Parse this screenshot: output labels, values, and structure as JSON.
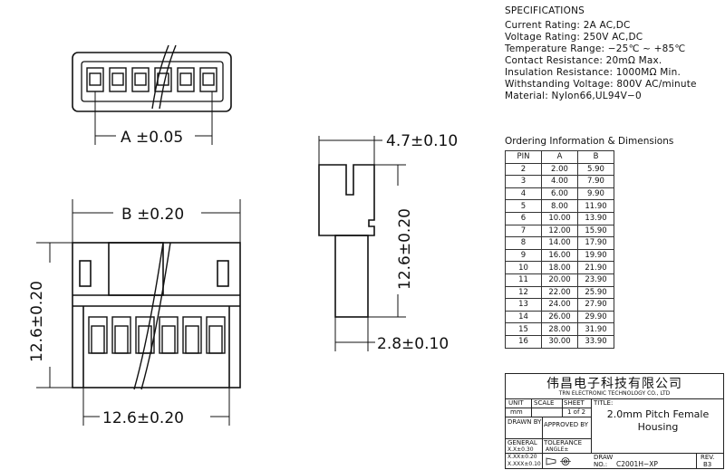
{
  "dimensions": {
    "a_top": "A ±0.05",
    "b_front": "B ±0.20",
    "height_left": "12.6±0.20",
    "width_bottom": "12.6±0.20",
    "side_top": "4.7±0.10",
    "side_height": "12.6±0.20",
    "side_bottom": "2.8±0.10"
  },
  "specifications": {
    "title": "SPECIFICATIONS",
    "lines": [
      "Current Rating:  2A AC,DC",
      "Voltage Rating:  250V AC,DC",
      "Temperature Range:  −25℃ ~ +85℃",
      "Contact Resistance:  20mΩ Max.",
      "Insulation Resistance:  1000MΩ Min.",
      "Withstanding Voltage:  800V AC/minute",
      "Material:  Nylon66,UL94V−0"
    ]
  },
  "ordering": {
    "title": "Ordering Information & Dimensions",
    "headers": [
      "PIN",
      "A",
      "B"
    ],
    "rows": [
      [
        "2",
        "2.00",
        "5.90"
      ],
      [
        "3",
        "4.00",
        "7.90"
      ],
      [
        "4",
        "6.00",
        "9.90"
      ],
      [
        "5",
        "8.00",
        "11.90"
      ],
      [
        "6",
        "10.00",
        "13.90"
      ],
      [
        "7",
        "12.00",
        "15.90"
      ],
      [
        "8",
        "14.00",
        "17.90"
      ],
      [
        "9",
        "16.00",
        "19.90"
      ],
      [
        "10",
        "18.00",
        "21.90"
      ],
      [
        "11",
        "20.00",
        "23.90"
      ],
      [
        "12",
        "22.00",
        "25.90"
      ],
      [
        "13",
        "24.00",
        "27.90"
      ],
      [
        "14",
        "26.00",
        "29.90"
      ],
      [
        "15",
        "28.00",
        "31.90"
      ],
      [
        "16",
        "30.00",
        "33.90"
      ]
    ]
  },
  "title_block": {
    "company_cn": "伟昌电子科技有限公司",
    "company_en": "TRN ELECTRONIC TECHNOLOGY CO., LTD",
    "unit_label": "UNIT",
    "unit_value": "mm",
    "scale_label": "SCALE",
    "sheet_label": "SHEET",
    "sheet_value": "1 of 2",
    "title_label": "TITLE:",
    "drawn_by": "DRAWN BY",
    "approved_by": "APPROVED BY",
    "title_value_line1": "2.0mm Pitch Female",
    "title_value_line2": "Housing",
    "general_label": "GENERAL",
    "tolerance_label": "TOLERANCE",
    "tol1": "X.X±0.30",
    "tol2": "X.XX±0.20",
    "tol3": "X.XXX±0.10",
    "angle_label": "ANGLE±",
    "draw_label": "DRAW",
    "no_label": "NO.:",
    "drawing_no": "C2001H−XP",
    "rev_label": "REV.",
    "rev_value": "B3"
  }
}
